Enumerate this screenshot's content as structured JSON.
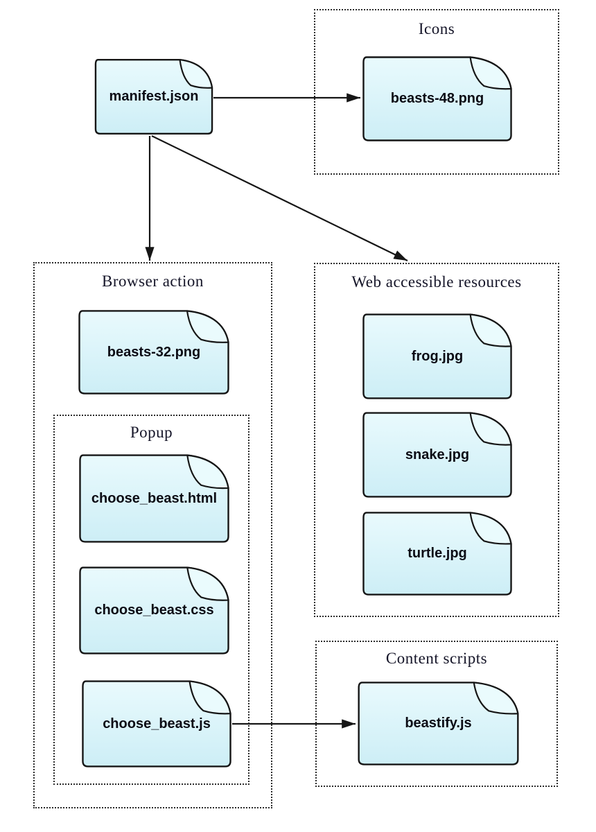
{
  "diagram": {
    "groups": {
      "icons": {
        "title": "Icons"
      },
      "browser_action": {
        "title": "Browser action"
      },
      "popup": {
        "title": "Popup"
      },
      "web_accessible": {
        "title": "Web accessible resources"
      },
      "content_scripts": {
        "title": "Content scripts"
      }
    },
    "nodes": {
      "manifest": {
        "label": "manifest.json"
      },
      "beasts48": {
        "label": "beasts-48.png"
      },
      "beasts32": {
        "label": "beasts-32.png"
      },
      "choose_html": {
        "label": "choose_beast.html"
      },
      "choose_css": {
        "label": "choose_beast.css"
      },
      "choose_js": {
        "label": "choose_beast.js"
      },
      "frog": {
        "label": "frog.jpg"
      },
      "snake": {
        "label": "snake.jpg"
      },
      "turtle": {
        "label": "turtle.jpg"
      },
      "beastify": {
        "label": "beastify.js"
      }
    },
    "edges": [
      {
        "from": "manifest.json",
        "to": "beasts-48.png"
      },
      {
        "from": "manifest.json",
        "to": "Browser action"
      },
      {
        "from": "manifest.json",
        "to": "Web accessible resources"
      },
      {
        "from": "choose_beast.js",
        "to": "beastify.js"
      }
    ],
    "colors": {
      "background": "#ffffff",
      "node_fill_top": "#e9fafd",
      "node_fill_bottom": "#cdeef6",
      "node_border": "#161616",
      "group_border": "#2b2b2b",
      "title_text": "#151528",
      "label_text": "#0b0b14",
      "arrow": "#161616"
    }
  }
}
